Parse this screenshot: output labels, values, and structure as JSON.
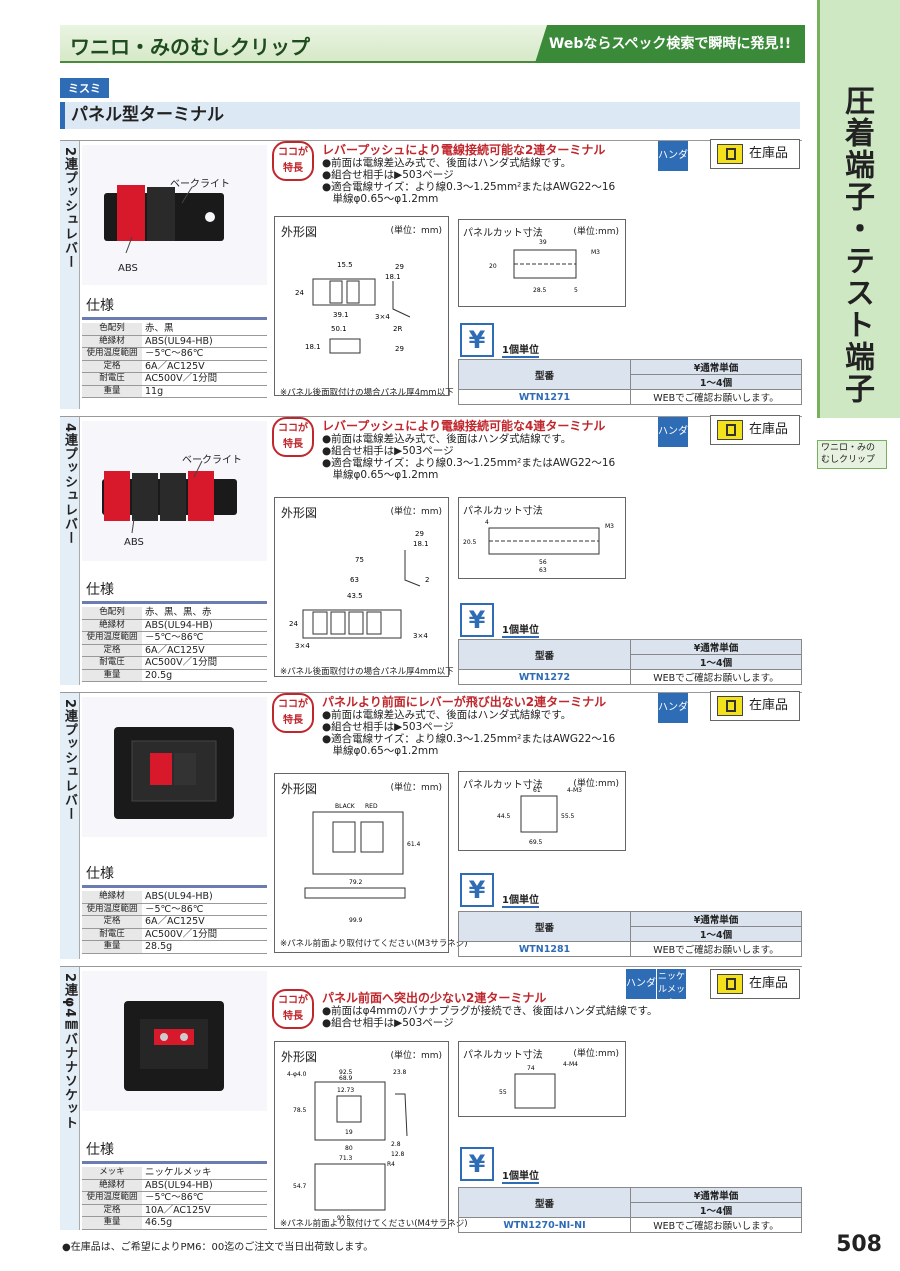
{
  "header": {
    "title": "ワニロ・みのむしクリップ",
    "web_banner": "Webならスペック検索で瞬時に発見!!"
  },
  "side": {
    "category": "圧着端子・テスト端子",
    "label": "ワニロ・みのむしクリップ"
  },
  "brand": "ミスミ",
  "category_title": "パネル型ターミナル",
  "common": {
    "spec_title": "仕様",
    "badge": "ココが特長",
    "solder": "ハンダ",
    "stock": "在庫品",
    "outline_title": "外形図",
    "unit_mm": "(単位：mm)",
    "panel_cut_title": "パネルカット寸法",
    "panel_cut_unit": "(単位:mm)",
    "yen": "¥",
    "unit_label": "1個単位",
    "col_model": "型番",
    "col_price": "¥通常単価",
    "col_qty": "1～4個",
    "price_text": "WEBでご確認お願いします。"
  },
  "products": [
    {
      "tab": "2連プッシュレバー",
      "headline": "レバープッシュにより電線接続可能な2連ターミナル",
      "bullets": [
        "●前面は電線差込み式で、後面はハンダ式結線です。",
        "●組合せ相手は▶503ページ",
        "●適合電線サイズ：より線0.3～1.25mm²またはAWG22～16",
        "　単線φ0.65～φ1.2mm"
      ],
      "photo_labels": [
        "ベークライト",
        "ABS"
      ],
      "specs": [
        [
          "色配列",
          "赤、黒"
        ],
        [
          "絶縁材",
          "ABS(UL94-HB)"
        ],
        [
          "使用温度範囲",
          "－5℃～86℃"
        ],
        [
          "定格",
          "6A／AC125V"
        ],
        [
          "耐電圧",
          "AC500V／1分間"
        ],
        [
          "重量",
          "11g"
        ]
      ],
      "note": "※パネル後面取付けの場合パネル厚4mm以下",
      "model": "WTN1271"
    },
    {
      "tab": "4連プッシュレバー",
      "headline": "レバープッシュにより電線接続可能な4連ターミナル",
      "bullets": [
        "●前面は電線差込み式で、後面はハンダ式結線です。",
        "●組合せ相手は▶503ページ",
        "●適合電線サイズ：より線0.3～1.25mm²またはAWG22～16",
        "　単線φ0.65～φ1.2mm"
      ],
      "photo_labels": [
        "ベークライト",
        "ABS"
      ],
      "specs": [
        [
          "色配列",
          "赤、黒、黒、赤"
        ],
        [
          "絶縁材",
          "ABS(UL94-HB)"
        ],
        [
          "使用温度範囲",
          "－5℃～86℃"
        ],
        [
          "定格",
          "6A／AC125V"
        ],
        [
          "耐電圧",
          "AC500V／1分間"
        ],
        [
          "重量",
          "20.5g"
        ]
      ],
      "note": "※パネル後面取付けの場合パネル厚4mm以下",
      "model": "WTN1272"
    },
    {
      "tab": "2連プッシュレバー",
      "headline": "パネルより前面にレバーが飛び出ない2連ターミナル",
      "bullets": [
        "●前面は電線差込み式で、後面はハンダ式結線です。",
        "●組合せ相手は▶503ページ",
        "●適合電線サイズ：より線0.3～1.25mm²またはAWG22～16",
        "　単線φ0.65～φ1.2mm"
      ],
      "photo_labels": [],
      "specs": [
        [
          "絶縁材",
          "ABS(UL94-HB)"
        ],
        [
          "使用温度範囲",
          "－5℃～86℃"
        ],
        [
          "定格",
          "6A／AC125V"
        ],
        [
          "耐電圧",
          "AC500V／1分間"
        ],
        [
          "重量",
          "28.5g"
        ]
      ],
      "note": "※パネル前面より取付けてください(M3サラネジ)",
      "model": "WTN1281"
    },
    {
      "tab": "2連φ4㎜バナナソケット",
      "headline": "パネル前面へ突出の少ない2連ターミナル",
      "bullets": [
        "●前面はφ4mmのバナナプラグが接続でき、後面はハンダ式結線です。",
        "●組合せ相手は▶503ページ"
      ],
      "photo_labels": [],
      "nickel": "ニッケルメッキ",
      "specs": [
        [
          "メッキ",
          "ニッケルメッキ"
        ],
        [
          "絶縁材",
          "ABS(UL94-HB)"
        ],
        [
          "使用温度範囲",
          "－5℃～86℃"
        ],
        [
          "定格",
          "10A／AC125V"
        ],
        [
          "重量",
          "46.5g"
        ]
      ],
      "note": "※パネル前面より取付けてください(M4サラネジ)",
      "model": "WTN1270-NI-NI"
    }
  ],
  "drawings": {
    "p1": {
      "outline": [
        "15.5",
        "24",
        "39.1",
        "50.1",
        "29",
        "18.1",
        "3×4",
        "2R",
        "18.1",
        "29"
      ],
      "cut": [
        "39",
        "20",
        "28.5",
        "5",
        "M3"
      ]
    },
    "p2": {
      "outline": [
        "75",
        "63",
        "43.5",
        "24",
        "29",
        "18.1",
        "2",
        "3×4",
        "3×4"
      ],
      "cut": [
        "4",
        "20.5",
        "56",
        "63",
        "M3"
      ]
    },
    "p3": {
      "outline": [
        "BLACK",
        "RED",
        "79.2",
        "99.9",
        "61.4"
      ],
      "cut": [
        "61",
        "44.5",
        "55.5",
        "69.5",
        "4-M3"
      ]
    },
    "p4": {
      "outline": [
        "92.5",
        "68.9",
        "4-φ4.0",
        "23.8",
        "78.5",
        "12.73",
        "19",
        "80",
        "71.3",
        "R4",
        "92.5",
        "54.7",
        "2.8",
        "12.8"
      ],
      "cut": [
        "74",
        "55",
        "4-M4"
      ]
    }
  },
  "footer": "●在庫品は、ご希望によりPM6：00迄のご注文で当日出荷致します。",
  "page_number": "508"
}
